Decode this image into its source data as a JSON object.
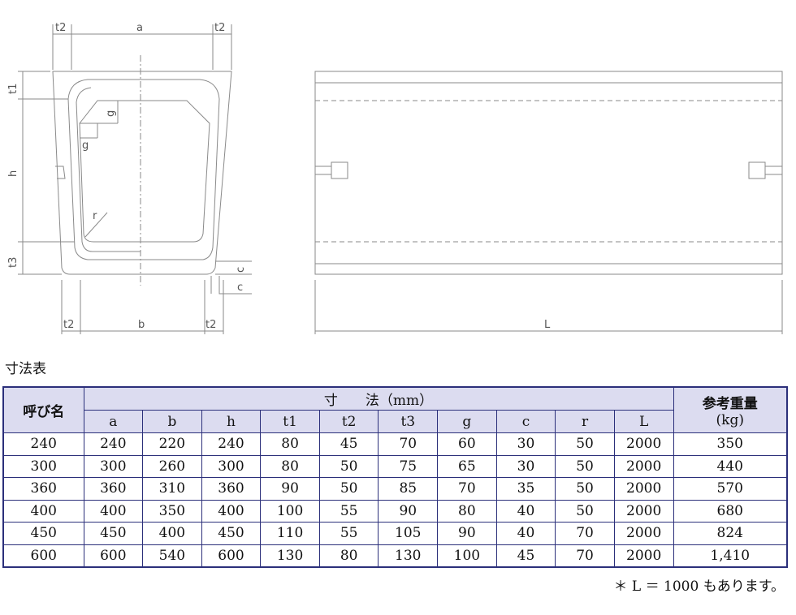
{
  "drawing": {
    "labels": {
      "t2": "t2",
      "a": "a",
      "t1": "t1",
      "h": "h",
      "t3": "t3",
      "g": "g",
      "r": "r",
      "c": "c",
      "b": "b",
      "L": "L"
    }
  },
  "section_title": "寸法表",
  "table": {
    "header_name": "呼び名",
    "header_dims": "寸　　法（mm）",
    "header_weight_line1": "参考重量",
    "header_weight_line2": "(kg)",
    "columns": [
      "a",
      "b",
      "h",
      "t1",
      "t2",
      "t3",
      "g",
      "c",
      "r",
      "L"
    ],
    "rows": [
      [
        "240",
        "240",
        "220",
        "240",
        "80",
        "45",
        "70",
        "60",
        "30",
        "50",
        "2000",
        "350"
      ],
      [
        "300",
        "300",
        "260",
        "300",
        "80",
        "50",
        "75",
        "65",
        "30",
        "50",
        "2000",
        "440"
      ],
      [
        "360",
        "360",
        "310",
        "360",
        "90",
        "50",
        "85",
        "70",
        "35",
        "50",
        "2000",
        "570"
      ],
      [
        "400",
        "400",
        "350",
        "400",
        "100",
        "55",
        "90",
        "80",
        "40",
        "50",
        "2000",
        "680"
      ],
      [
        "450",
        "450",
        "400",
        "450",
        "110",
        "55",
        "105",
        "90",
        "40",
        "70",
        "2000",
        "824"
      ],
      [
        "600",
        "600",
        "540",
        "600",
        "130",
        "80",
        "130",
        "100",
        "45",
        "70",
        "2000",
        "1,410"
      ]
    ]
  },
  "note": "＊ L ＝ 1000 もあります。"
}
